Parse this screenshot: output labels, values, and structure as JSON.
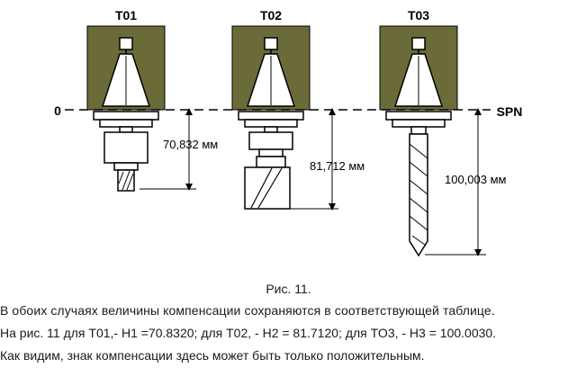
{
  "figure": {
    "zero_label": "0",
    "spindle_label": "SPN",
    "tools": [
      {
        "name": "T01",
        "offset_label": "70,832 мм"
      },
      {
        "name": "T02",
        "offset_label": "81,712 мм"
      },
      {
        "name": "T03",
        "offset_label": "100,003 мм"
      }
    ],
    "colors": {
      "holder_bg": "#6b6b3a",
      "outline": "#000000",
      "fill": "#ffffff"
    }
  },
  "caption": "Рис. 11.",
  "text": {
    "line1": "В обоих случаях величины компенсации сохраняются в соответствующей таблице.",
    "line2": "На рис. 11 для T01,- H1 =70.8320; для T02, - H2 = 81.7120; для TO3, - H3 = 100.0030.",
    "line3": "Как видим, знак компенсации здесь может быть только положительным."
  }
}
